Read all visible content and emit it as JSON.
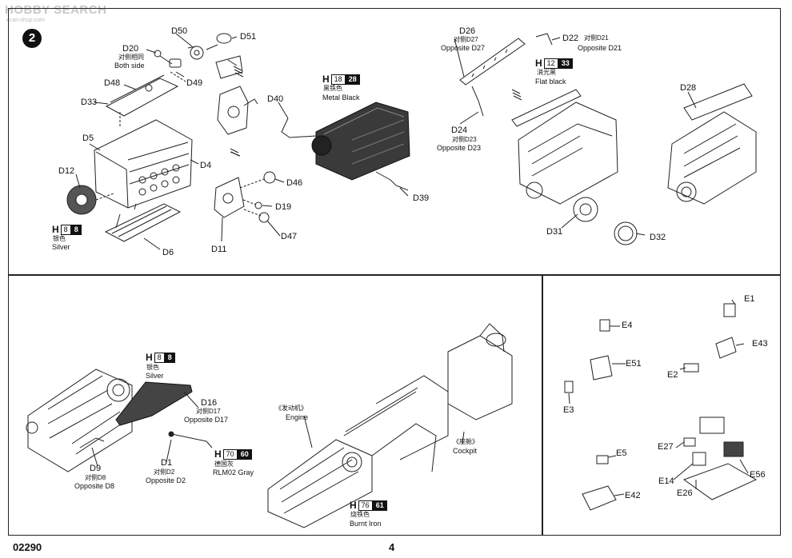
{
  "watermark": {
    "text": "HOBBY SEARCH",
    "sub": "ecan-shop.com"
  },
  "step": "2",
  "footer": {
    "code": "02290",
    "page": "4"
  },
  "labels": {
    "d20": "D20",
    "d20_cn": "对侧相同",
    "d20_en": "Both side",
    "d50": "D50",
    "d51": "D51",
    "d49": "D49",
    "d48": "D48",
    "d33": "D33",
    "d5": "D5",
    "d4": "D4",
    "d12": "D12",
    "d6": "D6",
    "d11": "D11",
    "d46": "D46",
    "d19": "D19",
    "d47": "D47",
    "d40": "D40",
    "d39": "D39",
    "d26": "D26",
    "d26_cn": "对侧D27",
    "d26_en": "Opposite D27",
    "d22": "D22",
    "d22_cn": "对侧D21",
    "d22_en": "Opposite D21",
    "d24": "D24",
    "d24_cn": "对侧D23",
    "d24_en": "Opposite D23",
    "d28": "D28",
    "d31": "D31",
    "d32": "D32",
    "d9": "D9",
    "d9_cn": "对侧D8",
    "d9_en": "Opposite D8",
    "d16": "D16",
    "d16_cn": "对侧D17",
    "d16_en": "Opposite D17",
    "d1": "D1",
    "d1_cn": "对侧D2",
    "d1_en": "Opposite D2",
    "engine_cn": "《发动机》",
    "engine_en": "Engine",
    "cockpit_cn": "《座舱》",
    "cockpit_en": "Cockpit",
    "e1": "E1",
    "e2": "E2",
    "e3": "E3",
    "e4": "E4",
    "e5": "E5",
    "e14": "E14",
    "e26": "E26",
    "e27": "E27",
    "e42": "E42",
    "e43": "E43",
    "e51": "E51",
    "e56": "E56"
  },
  "paints": {
    "silver1": {
      "h": "H",
      "n1": "8",
      "n2": "8",
      "cn": "银色",
      "en": "Silver"
    },
    "metalblack": {
      "h": "H",
      "n1": "18",
      "n2": "28",
      "cn": "黑铁色",
      "en": "Metal  Black"
    },
    "flatblack": {
      "h": "H",
      "n1": "12",
      "n2": "33",
      "cn": "消光黑",
      "en": "Flat black"
    },
    "silver2": {
      "h": "H",
      "n1": "8",
      "n2": "8",
      "cn": "银色",
      "en": "Silver"
    },
    "rlm02": {
      "h": "H",
      "n1": "70",
      "n2": "60",
      "cn": "德国灰",
      "en": "RLM02 Gray"
    },
    "burntiron": {
      "h": "H",
      "n1": "76",
      "n2": "61",
      "cn": "烧铁色",
      "en": "Burnt Iron"
    }
  }
}
